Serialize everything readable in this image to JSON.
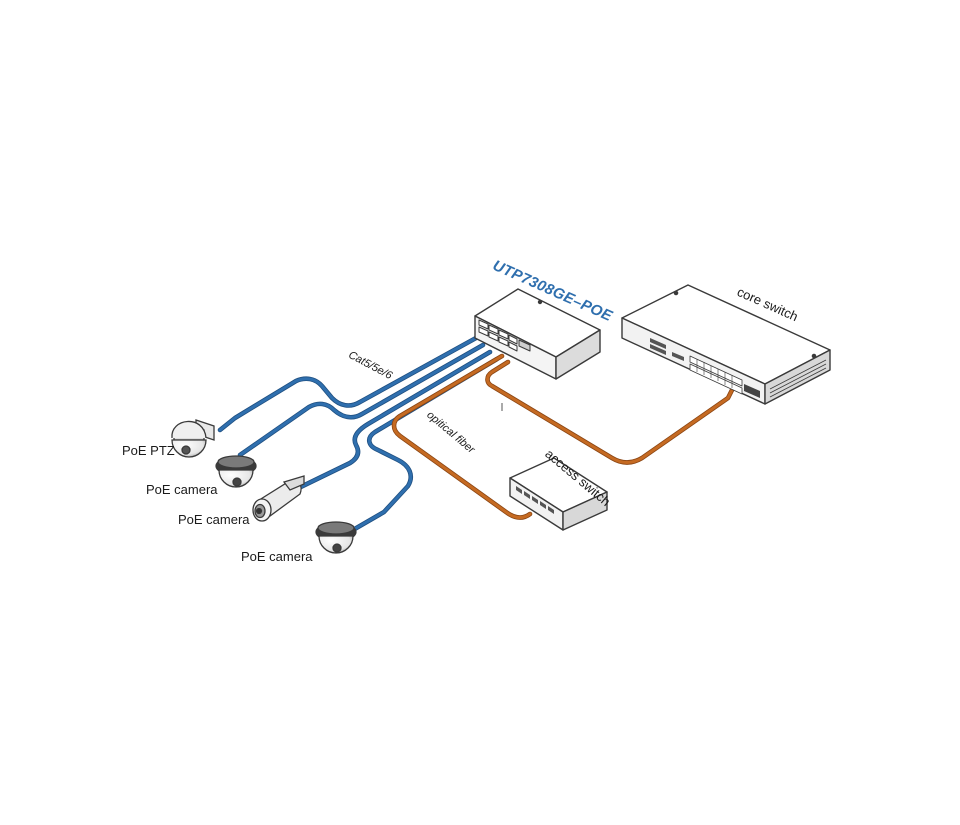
{
  "labels": {
    "poe_switch_model": "UTP7308GE–POE",
    "core_switch": "core switch",
    "access_switch": "access switch",
    "cat_cable": "Cat5/5e/6",
    "optical_fiber": "opitical fiber",
    "poe_ptz": "PoE PTZ",
    "poe_camera_1": "PoE camera",
    "poe_camera_2": "PoE camera",
    "poe_camera_3": "PoE camera"
  },
  "colors": {
    "copper_cable": "#2f6fae",
    "fiber_cable": "#c56a22",
    "model_text": "#2f6fae",
    "device_outline": "#3a3a3a",
    "device_fill": "#ffffff"
  },
  "icons": [
    "ptz-dome-camera-icon",
    "dome-camera-icon",
    "bullet-camera-icon",
    "dome-camera-icon",
    "poe-switch-icon",
    "core-switch-icon",
    "access-switch-icon"
  ]
}
